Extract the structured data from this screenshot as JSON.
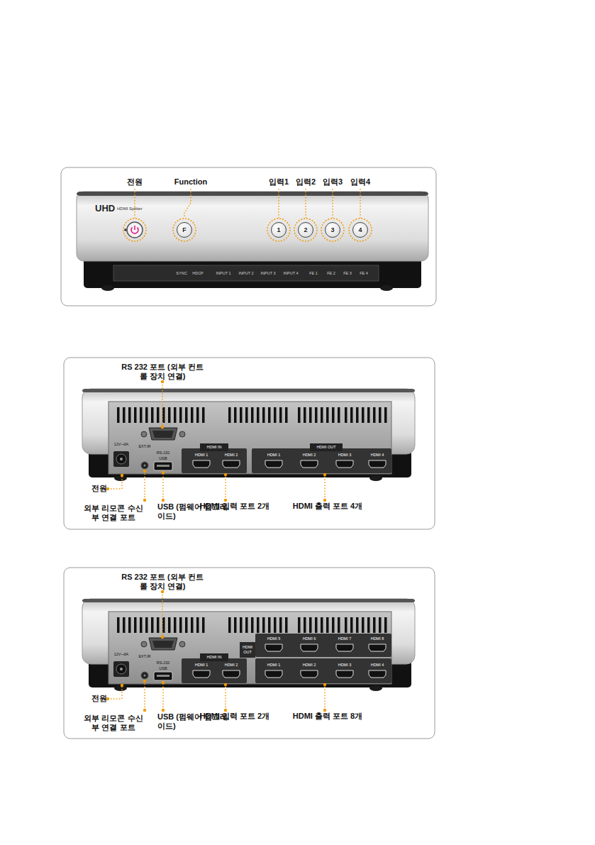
{
  "diagram": {
    "nodes": [
      {
        "text": [
          "F"
        ]
      },
      {
        "text": [
          "1"
        ]
      },
      {
        "text": [
          "2"
        ]
      },
      {
        "text": [
          "3"
        ]
      },
      {
        "text": [
          "4"
        ]
      }
    ],
    "labels": [
      "전원",
      "Function",
      "입력1",
      "입력2",
      "입력3",
      "입력4",
      "UHD",
      "HDMI Splitter",
      "SYNC",
      "HDCP",
      "INPUT 1",
      "INPUT 2",
      "INPUT 3",
      "INPUT 4",
      "FE 1",
      "FE 2",
      "FE 3",
      "FE 4",
      "RS 232 포트 (외부 컨트롤 장치 연결)",
      "12V⎓3A",
      "EXT.IR",
      "RS-232",
      "USB",
      "HDMI IN",
      "HDMI 1",
      "HDMI 2",
      "HDMI OUT",
      "HDMI 1",
      "HDMI 2",
      "HDMI 3",
      "HDMI 4",
      "전원",
      "외부 리모콘 수신부 연결 포트",
      "USB (펌웨어 업그레이드)",
      "HDMI 입력 포트 2개",
      "HDMI 출력 포트 4개",
      "RS 232 포트 (외부 컨트롤 장치 연결)",
      "12V⎓3A",
      "EXT.IR",
      "RS-232",
      "USB",
      "HDMI IN",
      "HDMI 1",
      "HDMI 2",
      "HDMI OUT",
      "HDMI 5",
      "HDMI 6",
      "HDMI 7",
      "HDMI 8",
      "HDMI 1",
      "HDMI 2",
      "HDMI 3",
      "HDMI 4",
      "전원",
      "외부 리모콘 수신부 연결 포트",
      "USB (펌웨어 업그레이드)",
      "HDMI 입력 포트 2개",
      "HDMI 출력 포트 8개"
    ]
  }
}
